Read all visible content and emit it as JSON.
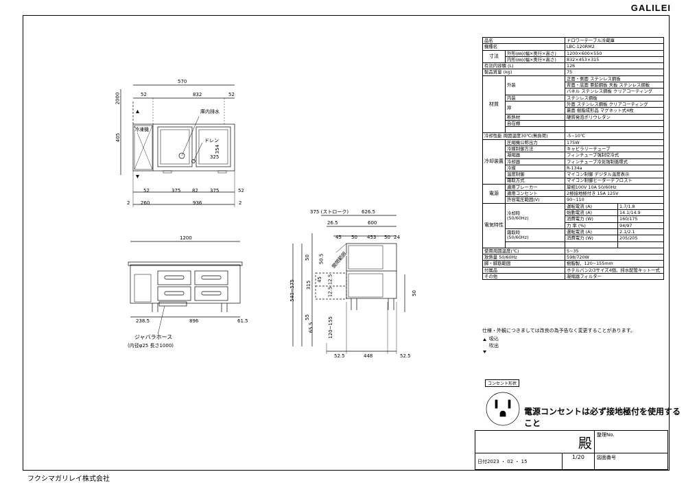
{
  "brand": "GALILEI",
  "company": "フクシマガリレイ株式会社",
  "plan_view": {
    "dims_top": [
      "570",
      "52",
      "832",
      "52"
    ],
    "dims_side": [
      "2000",
      "405"
    ],
    "labels": {
      "freezer": "冷凍機",
      "drain_inner": "庫内排水",
      "drain": "ドレン"
    },
    "dims_inner": [
      "354",
      "325"
    ],
    "dims_bottom1": [
      "52",
      "375",
      "82",
      "375",
      "52"
    ],
    "dims_bottom2": [
      "2",
      "260",
      "936",
      "2"
    ]
  },
  "front_view": {
    "width": "1200",
    "dims_bottom": [
      "238.5",
      "896",
      "61.5"
    ],
    "hose_label": "ジャバラホース",
    "hose_note": "(内径φ25 長さ1000)"
  },
  "side_view": {
    "dims_top1": [
      "375 (ストローク)",
      "626.5"
    ],
    "dims_top2": [
      "26.5",
      "600"
    ],
    "dims_top3": [
      "45",
      "50",
      "453",
      "50",
      "24"
    ],
    "dims_left": [
      "50",
      "315",
      "540~575",
      "55",
      "65.5",
      "120~155"
    ],
    "dims_inner": [
      "50.5",
      "45",
      "12.5",
      "12.5"
    ],
    "angle_label": "開閉範囲",
    "right_dim": "50",
    "dims_bottom": [
      "52.5",
      "448",
      "52.5"
    ]
  },
  "spec": {
    "product_name_label": "品名",
    "product_name": "ドロワーテーブル冷蔵庫",
    "model_label": "機種名",
    "model": "LBC-120RM2",
    "dims_section": "寸法",
    "outer_label": "外形(㎜)(幅×奥行×高さ)",
    "outer_value": "1200×600×550",
    "inner_label": "内形(㎜)(幅×奥行×高さ)",
    "inner_value": "832×453×315",
    "capacity_label": "有効内容積 (L)",
    "capacity_value": "126",
    "weight_label": "製品質量 (kg)",
    "weight_value": "75",
    "material_section": "材質",
    "exterior_label": "外装",
    "exterior_values": [
      "正面・側面 ステンレス鋼板",
      "背面・底面 亜鉛鋼板 天板 ステンレス鋼板",
      "パネル ステンレス鋼板 クリアコーティング"
    ],
    "interior_label": "内装",
    "interior_value": "ステンレス鋼板",
    "door_label": "扉",
    "door_values": [
      "外面 ステンレス鋼板 クリアコーティング",
      "裏面 樹脂成形品 マグネット式4枚"
    ],
    "insulation_label": "断熱材",
    "insulation_value": "硬質発泡ポリウレタン",
    "self_label": "自在棚",
    "self_value": "",
    "cooling_perf_label": "冷却性能 周囲温度30℃(無負荷)",
    "cooling_perf_value": "-5~10℃",
    "cooling_section": "冷却装置",
    "comp_label": "圧縮機公称出力",
    "comp_value": "175W",
    "refctl_label": "冷媒制御方法",
    "refctl_value": "キャピラリーチューブ",
    "cond_label": "凝縮器",
    "cond_value": "フィンチューブ強制空冷式",
    "evap_label": "冷却器",
    "evap_value": "フィンチューブ冷気強制循環式",
    "refrig_label": "冷媒",
    "refrig_value": "R-134a",
    "temp_label": "温度制御",
    "temp_value": "マイコン制御 デジタル温度表示",
    "defrost_label": "霜取方式",
    "defrost_value": "マイコン制御ヒーターデフロスト",
    "power_section": "電源",
    "breaker_label": "適用ブレーカー",
    "breaker_value": "単相100V 10A 50/60Hz",
    "outlet_label": "適用コンセント",
    "outlet_value": "2極接地極付き 15A 125V",
    "voltage_label": "許容電圧範囲(V)",
    "voltage_value": "90~110",
    "elec_section": "電気特性",
    "cool_label": "冷却時",
    "cool_hz": "(50/60Hz)",
    "cool_rows": [
      {
        "k": "運転電流 (A)",
        "v": "1.7/1.8"
      },
      {
        "k": "始動電流 (A)",
        "v": "14.1/14.9"
      },
      {
        "k": "消費電力 (W)",
        "v": "160/175"
      },
      {
        "k": "力 率 (%)",
        "v": "94/97"
      }
    ],
    "defrost2_label": "霜取時",
    "defrost2_hz": "(50/60Hz)",
    "defrost_rows": [
      {
        "k": "運転電流 (A)",
        "v": "2.1/2.1"
      },
      {
        "k": "消費電力 (W)",
        "v": "205/205"
      }
    ],
    "ambient_label": "使用周囲温度(℃)",
    "ambient_value": "5~35",
    "heat_label": "放熱量 50/60Hz",
    "heat_value": "598/720W",
    "leg_label": "脚・脚筋範囲",
    "leg_value": "樹脂製、120~155mm",
    "acc_label": "付属品",
    "acc_value": "ホテルパン2/3サイズ4個、排水配管キット一式",
    "other_label": "その他",
    "other_value": "凝縮器フィルター"
  },
  "notes": {
    "disclaimer": "仕様・外観につきましては改良の為予告なく変更することがあります。",
    "intake": "吸込",
    "exhaust": "吹出"
  },
  "outlet": {
    "title": "コンセント形状",
    "text": "電源コンセントは必ず接地極付を使用すること"
  },
  "title_block": {
    "honorific": "殿",
    "mgmt_label": "整理No.",
    "date": "日付2023 ・ 02 ・ 15",
    "scale_top": "1",
    "scale_bottom": "20",
    "drawing_label": "図面番号"
  }
}
